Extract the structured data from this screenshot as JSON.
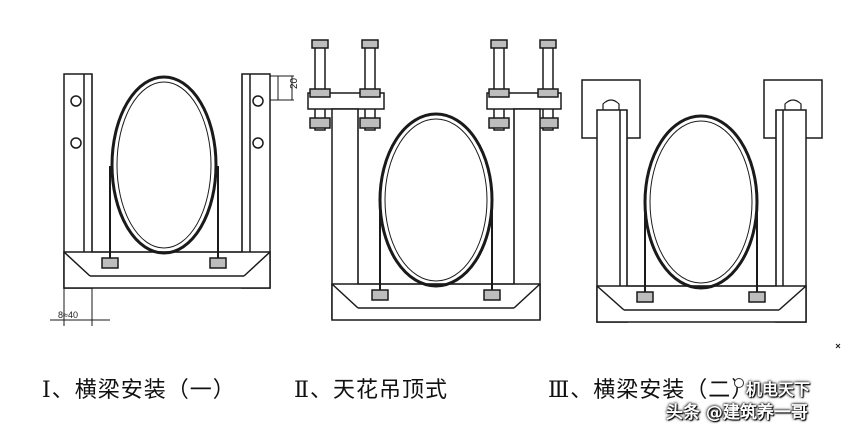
{
  "diagram": {
    "panels": [
      {
        "id": "I",
        "caption": "Ⅰ、横梁安装（一）",
        "dim_top": "20",
        "dim_bottom": "8≈40"
      },
      {
        "id": "II",
        "caption": "Ⅱ、天花吊顶式"
      },
      {
        "id": "III",
        "caption": "Ⅲ、横梁安装（二）"
      }
    ],
    "watermark": {
      "line1": "机电天下",
      "line2": "头条 @建筑养一哥"
    }
  },
  "colors": {
    "line": "#1a1a1a",
    "fill": "#ffffff",
    "shade": "#bdbdbd"
  }
}
